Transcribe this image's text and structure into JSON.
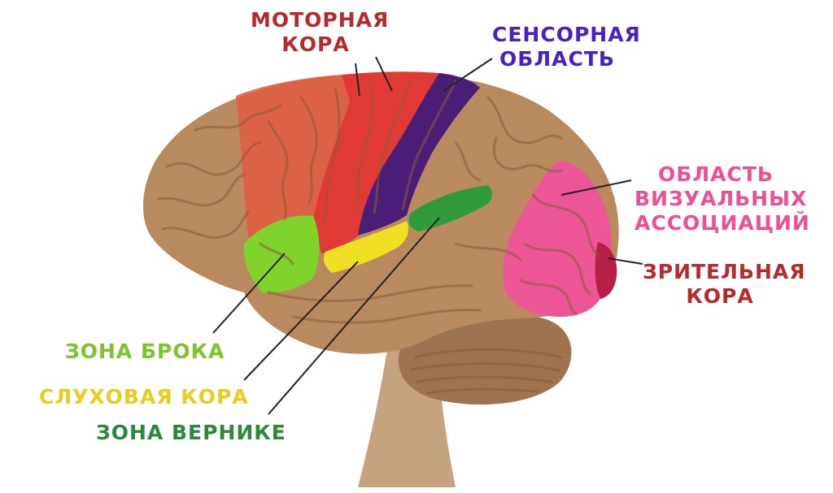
{
  "labels": {
    "motor": {
      "lines": [
        "МОТОРНАЯ",
        "КОРА"
      ],
      "color": "#b8292b"
    },
    "sensory": {
      "lines": [
        "СЕНСОРНАЯ",
        "ОБЛАСТЬ"
      ],
      "color": "#4a1fc4"
    },
    "visual_assoc": {
      "lines": [
        "ОБЛАСТЬ",
        "ВИЗУАЛЬНЫХ",
        "АССОЦИАЦИЙ"
      ],
      "color": "#ec4f98"
    },
    "visual_cortex": {
      "lines": [
        "ЗРИТЕЛЬНАЯ",
        "КОРА"
      ],
      "color": "#b8292b"
    },
    "broca": {
      "text": "ЗОНА БРОКА",
      "color": "#7cc52a"
    },
    "auditory": {
      "text": "СЛУХОВАЯ КОРА",
      "color": "#e8cc1f"
    },
    "wernicke": {
      "text": "ЗОНА ВЕРНИКЕ",
      "color": "#2a8a3a"
    }
  },
  "colors": {
    "brain": "#b98a5e",
    "gyrus_line": "#8a5c36",
    "motor_region": "#e13a34",
    "premotor_region": "#e05a3f",
    "sensory_region": "#4a1d77",
    "broca_region": "#7fd32b",
    "auditory_region": "#f0e023",
    "wernicke_region": "#2f9b3b",
    "visual_assoc_region": "#ec5596",
    "visual_cortex_region": "#b81f48",
    "cerebellum": "#9e7350",
    "brainstem": "#c4a37e",
    "leader": "#222222"
  }
}
